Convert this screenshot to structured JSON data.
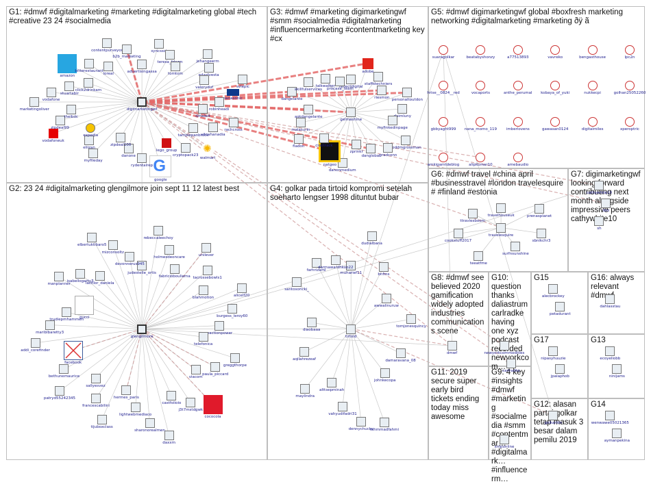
{
  "groups": [
    {
      "id": "G1",
      "title": "G1: #dmwf #digitalmarketing #marketing #digitalmarketing global #tech #creative 23 24 #socialmedia"
    },
    {
      "id": "G2",
      "title": "G2: 23 24 #digitalmarketing glengilmore join sept 11 12 latest best"
    },
    {
      "id": "G3",
      "title": "G3: #dmwf #marketing digimarketingwf #smm #socialmedia #digitalmarketing #influencermarketing #contentmarketing key #cx"
    },
    {
      "id": "G4",
      "title": "G4: golkar pada tirtoid kompromi setelah soeharto lengser 1998 dituntut bubar"
    },
    {
      "id": "G5",
      "title": "G5: #dmwf digimarketingwf global #boxfresh marketing networking #digitalmarketing #marketing ðÿ ã"
    },
    {
      "id": "G6",
      "title": "G6: #dmwf travel #china april #businesstravel #london travelesquire # #finland #estonia"
    },
    {
      "id": "G7",
      "title": "G7: digimarketingwf looking forward contributing next month alongside impressive peers cathywhite10"
    },
    {
      "id": "G8",
      "title": "G8: #dmwf see believed 2020 gamification widely adopted industries communications scene"
    },
    {
      "id": "G9",
      "title": "G9: 4 key #insights #dmwf #marketing #socialmedia #smm #contentmar… #digitalmark… #influencerm…"
    },
    {
      "id": "G10",
      "title": "G10: question thanks daliastrum carlradke having one xyz podcast recorded newyorkcom…"
    },
    {
      "id": "G11",
      "title": "G11: 2019 secure super early bird tickets ending today miss awesome"
    },
    {
      "id": "G12",
      "title": "G12: alasan partai golkar tetap masuk 3 besar dalam pemilu 2019"
    },
    {
      "id": "G13",
      "title": "G13"
    },
    {
      "id": "G14",
      "title": "G14"
    },
    {
      "id": "G15",
      "title": "G15"
    },
    {
      "id": "G16",
      "title": "G16: always relevant #dmwf"
    },
    {
      "id": "G17",
      "title": "G17"
    }
  ],
  "nodes": {
    "G1": [
      "advertisingassa",
      "syncssci",
      "teresa_fdezm",
      "tomtom",
      "jehangeerm",
      "edasfvesta",
      "valeryduf",
      "sviepic",
      "panasonic",
      "robinheadi",
      "dmalert",
      "rachcross",
      "vitcahanadia",
      "tamplepanbrock",
      "walmart",
      "cryptopack23",
      "lego_group",
      "google",
      "rydentalrep",
      "danone",
      "zipdeal100",
      "digimarketingwf",
      "myfileday",
      "eliizan",
      "expedia",
      "vodafoneuk",
      "zipdeal99",
      "theibdc",
      "marketingoliver",
      "vodafone",
      "stuartabir",
      "click2drinkam",
      "amazon",
      "bitterestaurant",
      "loreal",
      "contentpurveyor",
      "b2b_marketing"
    ],
    "G2": [
      "judestelle_ortis",
      "rebeccaleechoy",
      "holmesdeoncare",
      "fabriciobouliema",
      "unilever",
      "tacrossebowls1",
      "blahmotion",
      "alicelf20",
      "burgess_leroy60",
      "reactionpower",
      "telefonica",
      "greggthorpe",
      "paula_piccard",
      "viacom",
      "cococola",
      "j3t7mstdgwk",
      "glengilmore",
      "castfolioio",
      "daxxm",
      "sharonorealmen",
      "lightwebmediaco",
      "hermes_paris",
      "tijuboxclass",
      "francescabilini",
      "sallyesvez",
      "patryd55242345",
      "bethunemaurice",
      "facebook",
      "addi_corefinder",
      "mariblbaretty3",
      "trudiepmhammen",
      "gucci",
      "manplanner",
      "isabellogarty3",
      "lachlor_daniela",
      "elbertuktibaro5",
      "mizconsoltz",
      "devonnerus945"
    ],
    "G3": [
      "reflectdigital",
      "adobe",
      "staffstechniers",
      "riesmon",
      "personaltoutdon",
      "daimluny",
      "myfinkedinpage",
      "toddmgrossman",
      "gradconn",
      "danglobal",
      "zprinkr",
      "danonmedium",
      "natgeo",
      "ciootrack",
      "fladon",
      "malasurin",
      "gelmashine",
      "askdangelante",
      "dangelante",
      "skillfulservices",
      "talkwalker",
      "procaxe_team"
    ],
    "G4": [
      "muharief11",
      "dudialbana",
      "bnfms",
      "awwalinuruw",
      "tomjonesquincy",
      "damaravana_08",
      "johnkecopa",
      "mhmmadfahmi",
      "tirtoid",
      "dennychucky",
      "vahyudifadri31",
      "alttsepminah",
      "maylindra",
      "aqilahrezeaf",
      "diaobaaa",
      "santosoricki_",
      "farhrizaml",
      "darmawardhkoo22"
    ],
    "G5": [
      "suaragolkar",
      "beatabyshonzy",
      "a77513893",
      "vavreko",
      "bengasthouse",
      "lpc2n",
      "hrise__0824__red",
      "vocaports",
      "anthe_perumal",
      "kobaya_of_yuki",
      "nukkecpi",
      "golhan25052260",
      "gbbyaght999",
      "nana_momo_119",
      "imberlovens",
      "gawasan0124",
      "digitalmiles",
      "xperoptric",
      "amkigamtdeblog",
      "alipkumar10",
      "amebaudio"
    ],
    "G6": [
      "travelhouseuk",
      "prenasplanet",
      "travelesquire",
      "sbnikchr3",
      "surfnsunshine",
      "teeatfme",
      "cookstuff2017",
      "ttravlesboom"
    ],
    "G7": [
      "cathywhite10",
      "tbiz",
      "sh"
    ],
    "G8": [
      "dmwf"
    ],
    "G9": [
      "xmponline"
    ],
    "G10": [
      "newyorkcommodities",
      "carlradke"
    ],
    "G11": [],
    "G12": [
      "golkarldn"
    ],
    "G13": [
      "ecoyeliobb",
      "ninijams"
    ],
    "G14": [
      "wenwawe05021365",
      "aymanpekina"
    ],
    "G15": [
      "alecbrockey",
      "petadurant"
    ],
    "G16": [
      "dahlasstau"
    ],
    "G17": [
      "nipasyhuuzie",
      "jpalaphob"
    ]
  },
  "colors": {
    "edge": "#c9c9c9",
    "edge_strong": "#e46a6a",
    "edge_dashed": "#c98f8f",
    "panel_border": "#bdbdbd",
    "label": "#1a1a8c"
  }
}
